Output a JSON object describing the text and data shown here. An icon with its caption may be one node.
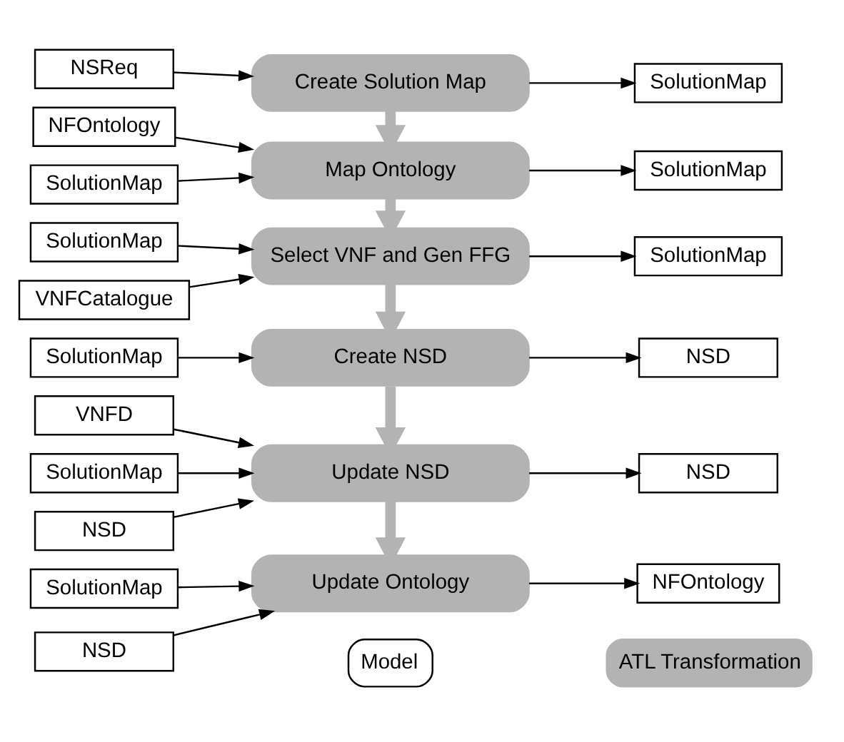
{
  "diagram": {
    "nodes": [
      {
        "text": [
          "NSReq"
        ]
      },
      {
        "text": [
          "Create Solution Map"
        ]
      },
      {
        "text": [
          "SolutionMap"
        ]
      },
      {
        "text": [
          "NFOntology"
        ]
      },
      {
        "text": [
          "Map Ontology"
        ]
      },
      {
        "text": [
          "SolutionMap"
        ]
      },
      {
        "text": [
          "SolutionMap"
        ]
      },
      {
        "text": [
          "SolutionMap"
        ]
      },
      {
        "text": [
          "Select VNF and Gen FFG"
        ]
      },
      {
        "text": [
          "SolutionMap"
        ]
      },
      {
        "text": [
          "VNFCatalogue"
        ]
      },
      {
        "text": [
          "SolutionMap"
        ]
      },
      {
        "text": [
          "Create NSD"
        ]
      },
      {
        "text": [
          "NSD"
        ]
      },
      {
        "text": [
          "VNFD"
        ]
      },
      {
        "text": [
          "SolutionMap"
        ]
      },
      {
        "text": [
          "Update NSD"
        ]
      },
      {
        "text": [
          "NSD"
        ]
      },
      {
        "text": [
          "NSD"
        ]
      },
      {
        "text": [
          "SolutionMap"
        ]
      },
      {
        "text": [
          "Update Ontology"
        ]
      },
      {
        "text": [
          "NFOntology"
        ]
      },
      {
        "text": [
          "NSD"
        ]
      }
    ],
    "edges": [
      {
        "from": 0,
        "to": 1,
        "arrow": "to"
      },
      {
        "from": 1,
        "to": 2,
        "arrow": "to"
      },
      {
        "from": 1,
        "to": 4,
        "arrow": "to",
        "style": "thick",
        "color": "#b3b3b3"
      },
      {
        "from": 3,
        "to": 4,
        "arrow": "to"
      },
      {
        "from": 6,
        "to": 4,
        "arrow": "to"
      },
      {
        "from": 4,
        "to": 5,
        "arrow": "to"
      },
      {
        "from": 4,
        "to": 8,
        "arrow": "to",
        "style": "thick",
        "color": "#b3b3b3"
      },
      {
        "from": 7,
        "to": 8,
        "arrow": "to"
      },
      {
        "from": 10,
        "to": 8,
        "arrow": "to"
      },
      {
        "from": 8,
        "to": 9,
        "arrow": "to"
      },
      {
        "from": 8,
        "to": 12,
        "arrow": "to",
        "style": "thick",
        "color": "#b3b3b3"
      },
      {
        "from": 11,
        "to": 12,
        "arrow": "to"
      },
      {
        "from": 12,
        "to": 13,
        "arrow": "to"
      },
      {
        "from": 12,
        "to": 16,
        "arrow": "to",
        "style": "thick",
        "color": "#b3b3b3"
      },
      {
        "from": 14,
        "to": 16,
        "arrow": "to"
      },
      {
        "from": 15,
        "to": 16,
        "arrow": "to"
      },
      {
        "from": 18,
        "to": 16,
        "arrow": "to"
      },
      {
        "from": 16,
        "to": 17,
        "arrow": "to"
      },
      {
        "from": 16,
        "to": 20,
        "arrow": "to",
        "style": "thick",
        "color": "#b3b3b3"
      },
      {
        "from": 19,
        "to": 20,
        "arrow": "to"
      },
      {
        "from": 22,
        "to": 20,
        "arrow": "to"
      },
      {
        "from": 20,
        "to": 21,
        "arrow": "to"
      }
    ],
    "legend": [
      {
        "text": "Model",
        "color": "#ffffff"
      },
      {
        "text": "ATL Transformation",
        "color": "#b3b3b3"
      }
    ]
  }
}
